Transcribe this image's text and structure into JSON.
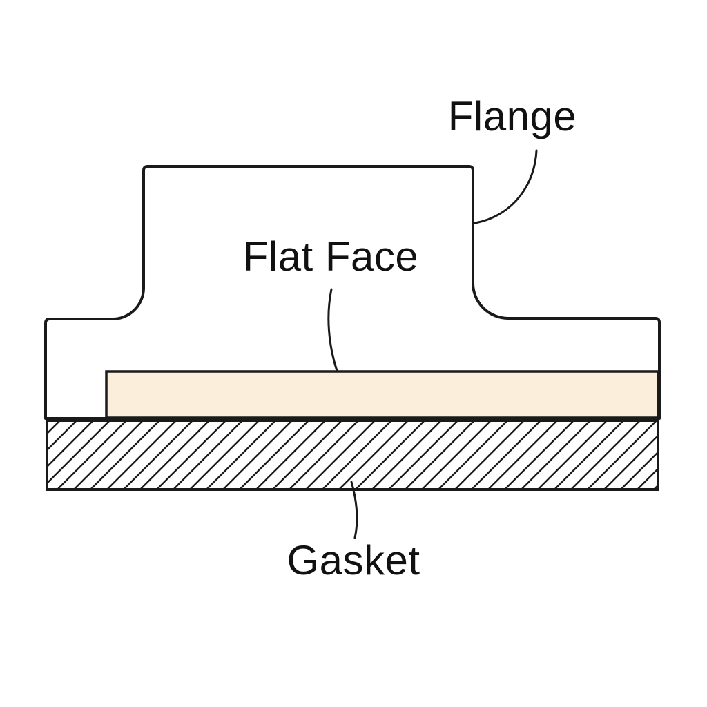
{
  "diagram": {
    "labels": {
      "flange": "Flange",
      "flat_face": "Flat Face",
      "gasket": "Gasket"
    },
    "colors": {
      "line": "#1a1a1a",
      "text": "#111111",
      "background": "#ffffff",
      "flange_fill": "#ffffff",
      "flat_face_fill": "#fbefdc",
      "gasket_fill": "#ffffff"
    }
  }
}
